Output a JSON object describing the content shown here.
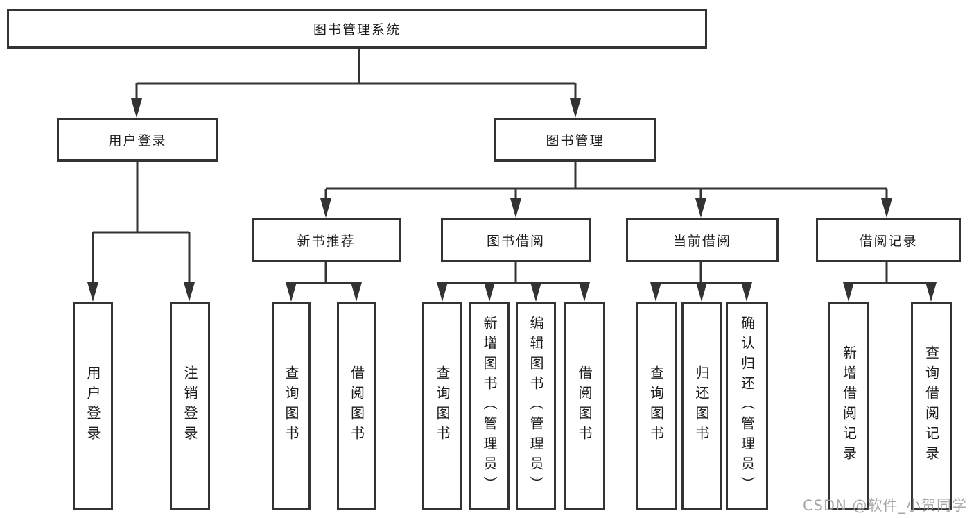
{
  "diagram": {
    "title": "图书管理系统",
    "user_login": "用户登录",
    "book_mgmt": "图书管理",
    "new_books": "新书推荐",
    "book_borrow": "图书借阅",
    "current_borrow": "当前借阅",
    "borrow_records": "借阅记录",
    "leaves": {
      "login_query": "用户登录",
      "login_logout": "注销登录",
      "nb_query": "查询图书",
      "nb_borrow": "借阅图书",
      "bb_query": "查询图书",
      "bb_add": "新增图书（管理员）",
      "bb_edit": "编辑图书（管理员）",
      "bb_borrow": "借阅图书",
      "cb_query": "查询图书",
      "cb_return": "归还图书",
      "cb_confirm": "确认归还（管理员）",
      "br_add": "新增借阅记录",
      "br_query": "查询借阅记录"
    }
  },
  "watermark": "CSDN @软件_小贺同学",
  "colors": {
    "line": "#333333",
    "text": "#1d1d1d",
    "watermark": "#9e9e9e"
  }
}
